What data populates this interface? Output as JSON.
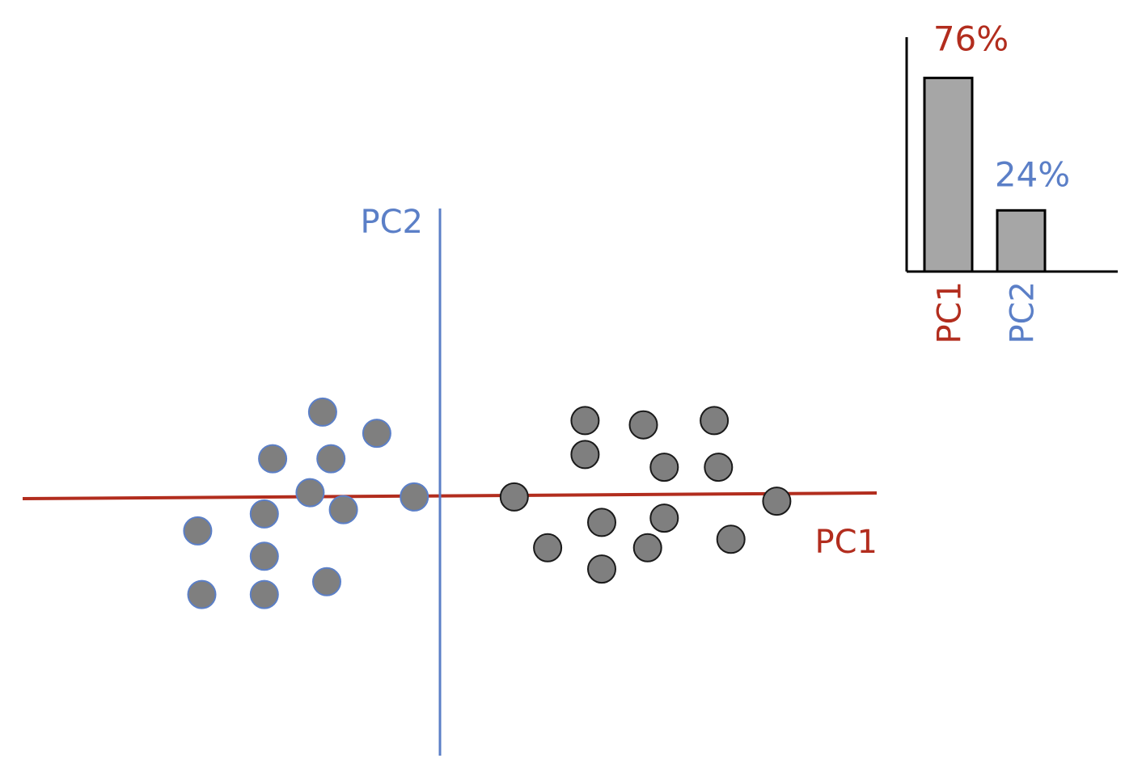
{
  "colors": {
    "pc1": "#b22d1e",
    "pc2": "#5b7fc7",
    "point_fill": "#7f7f7f",
    "point_stroke_left": "#5b7fc7",
    "point_stroke_right": "#1a1a1a",
    "bar_fill": "#a6a6a6",
    "axis": "#000000"
  },
  "chart_data": [
    {
      "type": "scatter",
      "title": "",
      "xlabel": "PC1",
      "ylabel": "PC2",
      "xlim": [
        -10,
        10.5
      ],
      "ylim": [
        -6.2,
        6.7
      ],
      "grid": false,
      "series": [
        {
          "points": [
            [
              -2.8,
              1.9
            ],
            [
              -1.5,
              1.4
            ],
            [
              -4.0,
              0.8
            ],
            [
              -2.6,
              0.8
            ],
            [
              -3.1,
              0.0
            ],
            [
              -0.6,
              -0.1
            ],
            [
              -4.2,
              -0.5
            ],
            [
              -2.3,
              -0.4
            ],
            [
              -5.8,
              -0.9
            ],
            [
              -4.2,
              -1.5
            ],
            [
              -2.7,
              -2.1
            ],
            [
              -5.7,
              -2.4
            ],
            [
              -4.2,
              -2.4
            ]
          ]
        },
        {
          "points": [
            [
              3.5,
              1.7
            ],
            [
              4.9,
              1.6
            ],
            [
              6.6,
              1.7
            ],
            [
              3.5,
              0.9
            ],
            [
              5.4,
              0.6
            ],
            [
              6.7,
              0.6
            ],
            [
              1.8,
              -0.1
            ],
            [
              8.1,
              -0.2
            ],
            [
              3.9,
              -0.7
            ],
            [
              5.4,
              -0.6
            ],
            [
              2.6,
              -1.3
            ],
            [
              3.9,
              -1.8
            ],
            [
              5.0,
              -1.3
            ],
            [
              7.0,
              -1.1
            ]
          ]
        }
      ]
    },
    {
      "type": "bar",
      "title": "",
      "xlabel": "",
      "ylabel": "",
      "categories": [
        "PC1",
        "PC2"
      ],
      "values": [
        76,
        24
      ],
      "value_labels": [
        "76%",
        "24%"
      ],
      "ylim": [
        0,
        92
      ],
      "grid": false,
      "legend": "none"
    }
  ]
}
